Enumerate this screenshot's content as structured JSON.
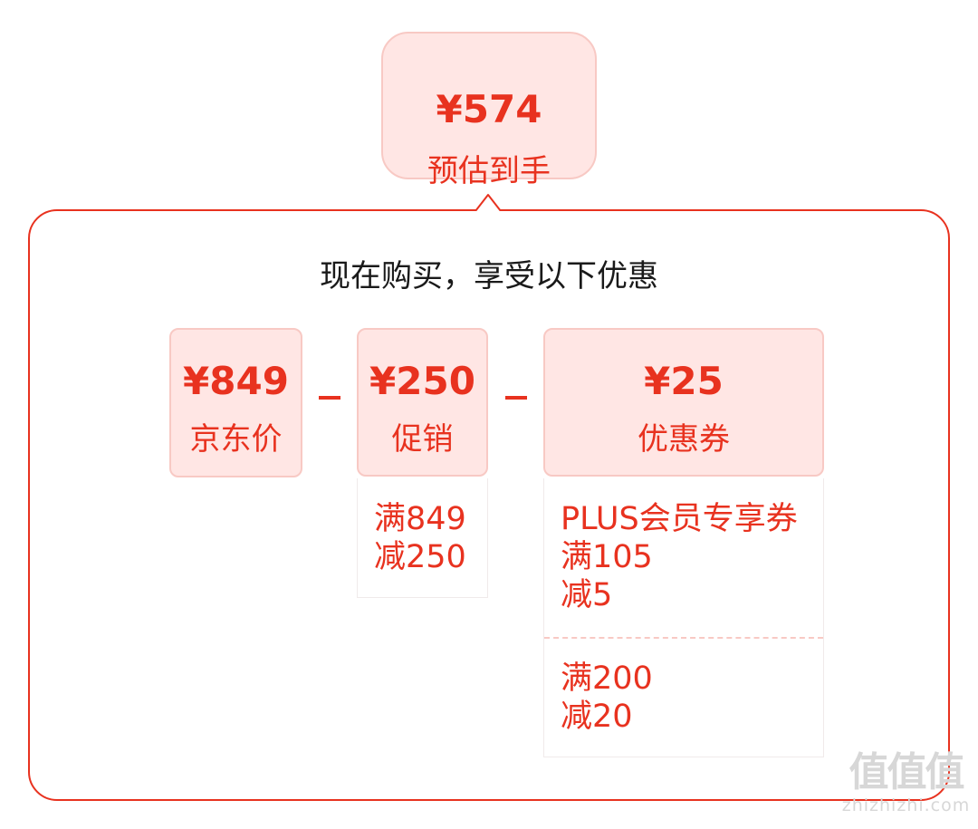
{
  "estimate": {
    "amount": "¥574",
    "label": "预估到手"
  },
  "popup": {
    "headline": "现在购买，享受以下优惠"
  },
  "breakdown": {
    "jd_price": {
      "amount": "¥849",
      "label": "京东价"
    },
    "operator_minus": "−",
    "promotion": {
      "amount": "¥250",
      "label": "促销",
      "detail": "满849\n减250"
    },
    "coupon": {
      "amount": "¥25",
      "label": "优惠券",
      "details": [
        "PLUS会员专享券\n满105\n减5",
        "满200\n减20"
      ]
    }
  },
  "watermark": {
    "logo": "值值值",
    "site": "zhizhizhi.com"
  },
  "colors": {
    "accent": "#e8321f",
    "card_bg": "#ffe6e4",
    "card_border": "#f8c9c4"
  }
}
